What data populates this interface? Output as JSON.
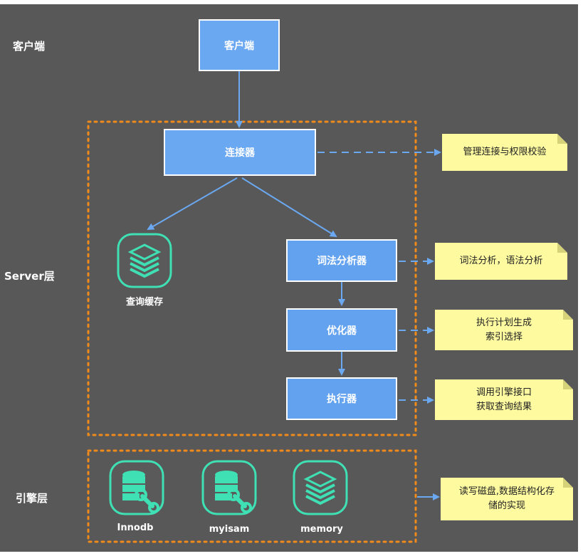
{
  "layers": {
    "client": "客户端",
    "server": "Server层",
    "engine": "引擎层"
  },
  "boxes": {
    "client": "客户端",
    "connector": "连接器",
    "lexer": "词法分析器",
    "optimizer": "优化器",
    "executor": "执行器"
  },
  "cache_label": "查询缓存",
  "notes": {
    "connector": [
      "管理连接与权限校验"
    ],
    "lexer": [
      "词法分析，语法分析"
    ],
    "optimizer": [
      "执行计划生成",
      "索引选择"
    ],
    "executor": [
      "调用引擎接口",
      "获取查询结果"
    ],
    "engine": [
      "读写磁盘,数据结构化存",
      "储的实现"
    ]
  },
  "engines": [
    {
      "label": "Innodb",
      "icon": "database-wrench-icon"
    },
    {
      "label": "myisam",
      "icon": "database-wrench-icon"
    },
    {
      "label": "memory",
      "icon": "layers-stack-icon"
    }
  ],
  "colors": {
    "background": "#585858",
    "box_fill": "#6aa8f2",
    "note_fill": "#fdfaa0",
    "dashed_border": "#f08a1a",
    "arrow": "#6aa8f2",
    "icon_teal": "#3fe0b4"
  }
}
